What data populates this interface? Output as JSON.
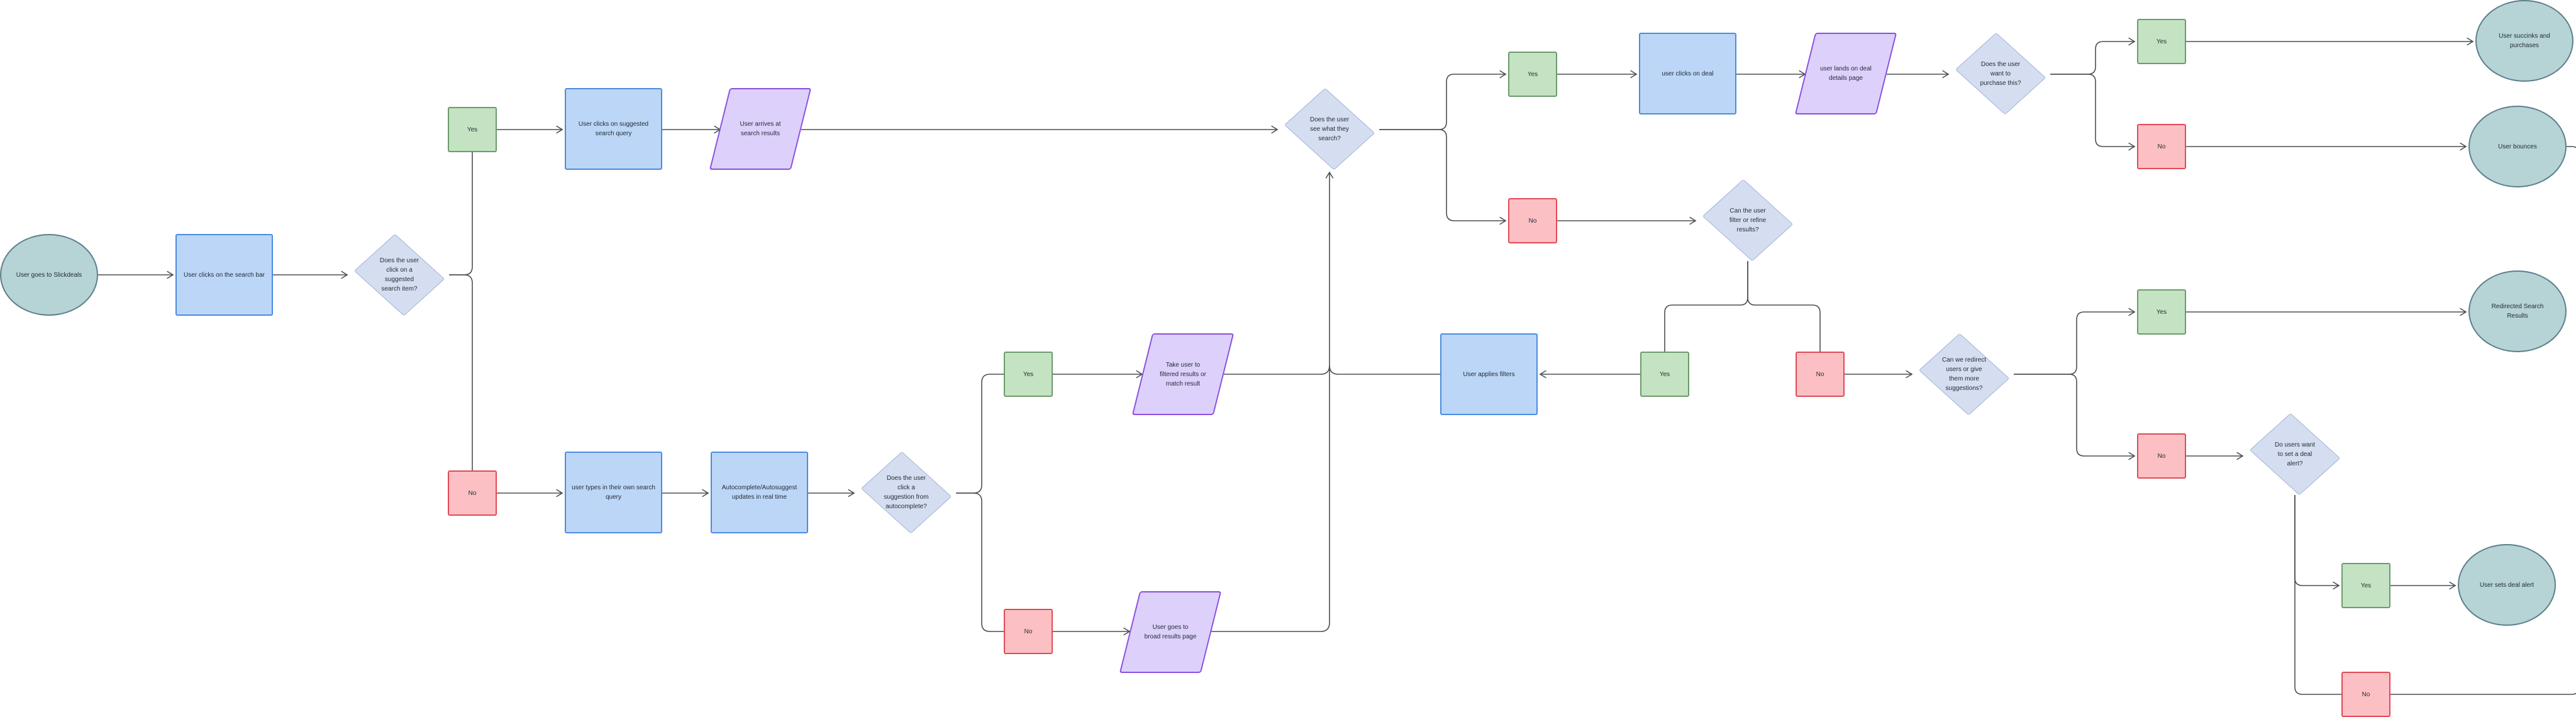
{
  "nodes": {
    "start": {
      "type": "terminal",
      "label": "User goes to Slickdeals"
    },
    "clickSearch": {
      "type": "process",
      "label": "User clicks on the search bar"
    },
    "q1": {
      "type": "decision",
      "label": "Does the user\nclick on a\nsuggested\nsearch item?"
    },
    "yes1": {
      "type": "yes",
      "label": "Yes"
    },
    "no1": {
      "type": "no",
      "label": "No"
    },
    "clickSuggest": {
      "type": "process",
      "label": "User clicks on suggested\nsearch query"
    },
    "types": {
      "type": "process",
      "label": "user types in their own search\nquery"
    },
    "arrives": {
      "type": "io",
      "label": "User arrives at\nsearch results"
    },
    "autocomplete": {
      "type": "process",
      "label": "Autocomplete/Autosuggest\nupdates in real time"
    },
    "q2": {
      "type": "decision",
      "label": "Does the user\nclick a\nsuggestion from\nautocomplete?"
    },
    "yes2": {
      "type": "yes",
      "label": "Yes"
    },
    "no2": {
      "type": "no",
      "label": "No"
    },
    "filtered": {
      "type": "io",
      "label": "Take user to\nfiltered results or\nmatch result"
    },
    "broad": {
      "type": "io",
      "label": "User goes to\nbroad results page"
    },
    "q3": {
      "type": "decision",
      "label": "Does the user\nsee what they\nsearch?"
    },
    "yes3": {
      "type": "yes",
      "label": "Yes"
    },
    "no3": {
      "type": "no",
      "label": "No"
    },
    "clickDeal": {
      "type": "process",
      "label": "user clicks on deal"
    },
    "landsDeal": {
      "type": "io",
      "label": "user lands on deal\ndetails page"
    },
    "q4": {
      "type": "decision",
      "label": "Does the user\nwant to\npurchase this?"
    },
    "yes4": {
      "type": "yes",
      "label": "Yes"
    },
    "no4": {
      "type": "no",
      "label": "No"
    },
    "purchases": {
      "type": "terminal",
      "label": "User succinks and\npurchases"
    },
    "bounces": {
      "type": "terminal",
      "label": "User bounces"
    },
    "q5": {
      "type": "decision",
      "label": "Can the user\nfilter or refine\nresults?"
    },
    "yes5": {
      "type": "yes",
      "label": "Yes"
    },
    "no5": {
      "type": "no",
      "label": "No"
    },
    "applies": {
      "type": "process",
      "label": "User applies filters"
    },
    "q6": {
      "type": "decision",
      "label": "Can we redirect\nusers or give\nthem more\nsuggestions?"
    },
    "yes6": {
      "type": "yes",
      "label": "Yes"
    },
    "no6": {
      "type": "no",
      "label": "No"
    },
    "redirected": {
      "type": "terminal",
      "label": "Redirected Search\nResults"
    },
    "q7": {
      "type": "decision",
      "label": "Do users want\nto set a deal\nalert?"
    },
    "yes7": {
      "type": "yes",
      "label": "Yes"
    },
    "no7": {
      "type": "no",
      "label": "No"
    },
    "alert": {
      "type": "terminal",
      "label": "User sets deal alert"
    }
  },
  "colors": {
    "process_fill": "#bcd6f7",
    "process_border": "#4a8be0",
    "terminal_fill": "#b6d3d5",
    "terminal_border": "#5d7f8b",
    "decision_fill": "#d5def1",
    "decision_border": "#9fb0d3",
    "io_fill": "#ddd0fb",
    "io_border": "#8a4fe0",
    "yes_fill": "#c4e3c2",
    "yes_border": "#6c9a6c",
    "no_fill": "#fcc0c4",
    "no_border": "#e04a55",
    "connector": "#4a4f54"
  }
}
